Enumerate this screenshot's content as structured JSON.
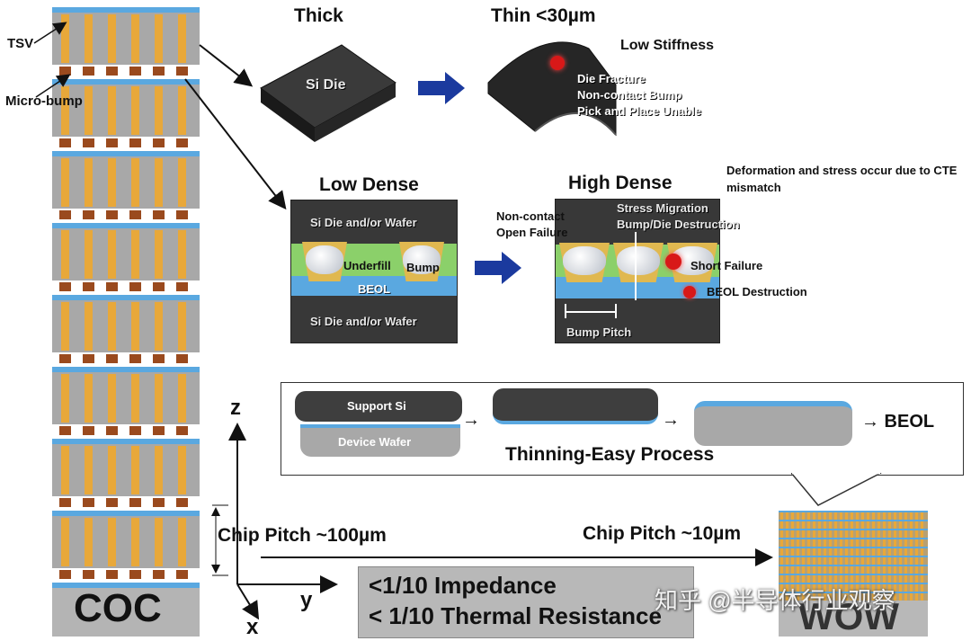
{
  "stack": {
    "tsv_label": "TSV",
    "microbump_label": "Micro-bump",
    "coc_label": "COC",
    "wow_label": "WOW"
  },
  "thick": {
    "title": "Thick",
    "die_label": "Si Die"
  },
  "thin": {
    "title": "Thin <30µm",
    "stiffness": "Low Stiffness",
    "issues": [
      "Die Fracture",
      "Non-contact Bump",
      "Pick and Place Unable"
    ]
  },
  "low_dense": {
    "title": "Low Dense",
    "top_layer": "Si Die and/or Wafer",
    "underfill": "Underfill",
    "bump": "Bump",
    "beol": "BEOL",
    "bottom_layer": "Si Die and/or Wafer"
  },
  "high_dense": {
    "title": "High Dense",
    "note": "Deformation and stress occur due to CTE mismatch",
    "open_failure": "Non-contact Open Failure",
    "stress_migration": "Stress Migration",
    "bump_die_destruction": "Bump/Die Destruction",
    "short_failure": "Short Failure",
    "beol_destruction": "BEOL Destruction",
    "bump_pitch": "Bump Pitch"
  },
  "process": {
    "support_si": "Support Si",
    "device_wafer": "Device Wafer",
    "caption": "Thinning-Easy Process",
    "beol": "→ BEOL"
  },
  "axes": {
    "z": "z",
    "y": "y",
    "x": "x"
  },
  "pitch": {
    "left": "Chip Pitch ~100µm",
    "right": "Chip Pitch ~10µm"
  },
  "benefits": [
    "<1/10 Impedance",
    "< 1/10 Thermal Resistance"
  ],
  "watermark": "知乎 @半导体行业观察",
  "colors": {
    "tsv": "#e8a83a",
    "silicon": "#a8a8a8",
    "bump": "#9a4a1e",
    "beol_blue": "#5aa8e0",
    "die_dark": "#2e2e2e",
    "failure_red": "#d81818",
    "arrow_blue": "#1b3a9e",
    "underfill_green": "#8bd06a"
  }
}
